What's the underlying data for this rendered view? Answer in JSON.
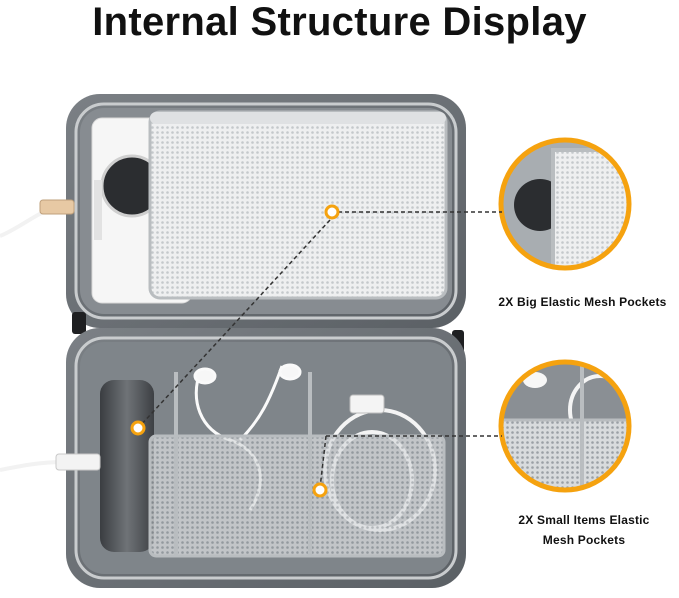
{
  "title": "Internal Structure Display",
  "callouts": [
    {
      "label": "2X Big Elastic Mesh Pockets"
    },
    {
      "label": "2X Small Items Elastic\nMesh Pockets"
    }
  ],
  "colors": {
    "accent": "#f5a20f",
    "case_shell": "#6e7378",
    "lining": "#8d9398",
    "mesh": "#e9ebec",
    "trim": "#c9ccce"
  }
}
